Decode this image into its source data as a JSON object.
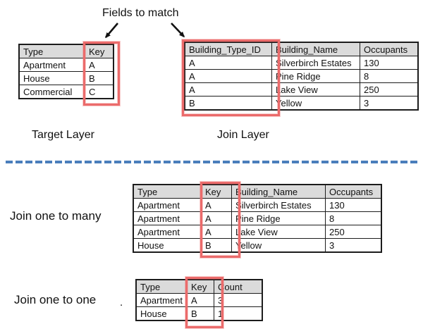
{
  "annotation": {
    "title": "Fields to match"
  },
  "layers": {
    "target_label": "Target Layer",
    "join_label": "Join Layer"
  },
  "sections": {
    "one_to_many_label": "Join one to many",
    "one_to_one_label": "Join one to one",
    "stray_mark": "."
  },
  "tables": {
    "target": {
      "headers": [
        "Type",
        "Key"
      ],
      "rows": [
        [
          "Apartment",
          "A"
        ],
        [
          "House",
          "B"
        ],
        [
          "Commercial",
          "C"
        ]
      ]
    },
    "join": {
      "headers": [
        "Building_Type_ID",
        "Building_Name",
        "Occupants"
      ],
      "rows": [
        [
          "A",
          "Silverbirch Estates",
          "130"
        ],
        [
          "A",
          "Pine Ridge",
          "8"
        ],
        [
          "A",
          "Lake View",
          "250"
        ],
        [
          "B",
          "Yellow",
          "3"
        ]
      ]
    },
    "one_to_many": {
      "headers": [
        "Type",
        "Key",
        "Building_Name",
        "Occupants"
      ],
      "rows": [
        [
          "Apartment",
          "A",
          "Silverbirch Estates",
          "130"
        ],
        [
          "Apartment",
          "A",
          "Pine Ridge",
          "8"
        ],
        [
          "Apartment",
          "A",
          "Lake View",
          "250"
        ],
        [
          "House",
          "B",
          "Yellow",
          "3"
        ]
      ]
    },
    "one_to_one": {
      "headers": [
        "Type",
        "Key",
        "Count"
      ],
      "rows": [
        [
          "Apartment",
          "A",
          "3"
        ],
        [
          "House",
          "B",
          "1"
        ]
      ]
    }
  },
  "colors": {
    "highlight": "#EB6B6B",
    "divider": "#4A7EBB",
    "header_bg": "#DBDBDB"
  }
}
